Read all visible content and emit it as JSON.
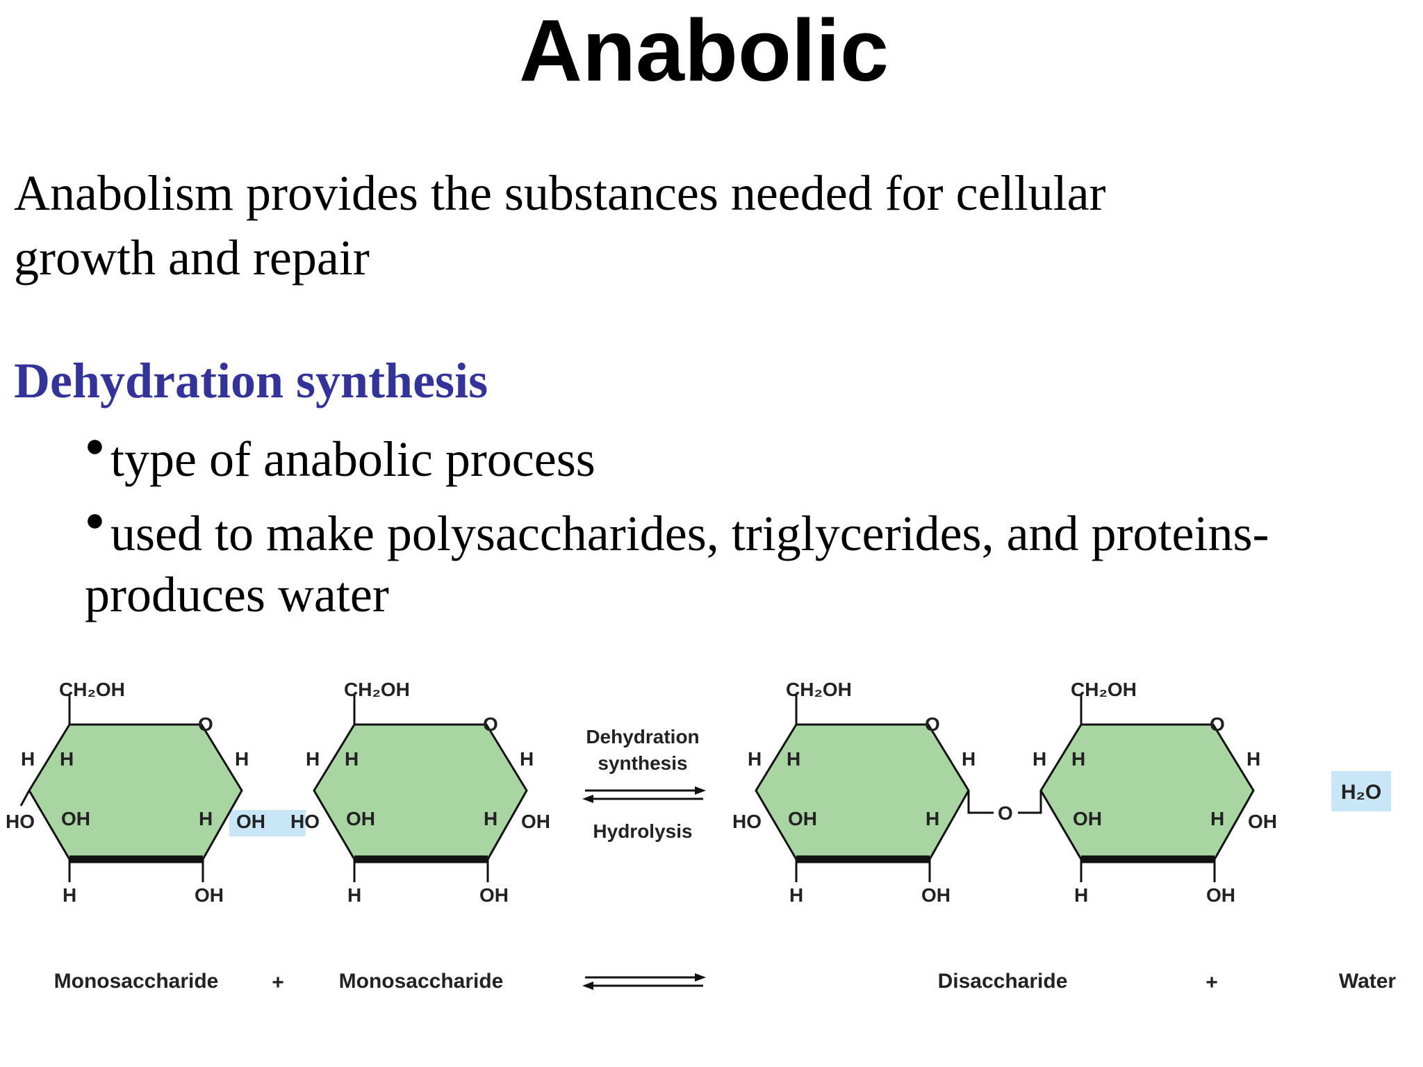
{
  "title": "Anabolic",
  "intro": "Anabolism provides the substances needed for cellular growth and repair",
  "section": {
    "heading": "Dehydration synthesis",
    "bullets": [
      "type of anabolic process",
      "used to make polysaccharides, triglycerides, and proteins- produces water"
    ]
  },
  "diagram": {
    "reaction_top_label": "Dehydration synthesis",
    "reaction_bottom_label": "Hydrolysis",
    "labels": {
      "monosaccharide_1": "Monosaccharide",
      "plus_1": "+",
      "monosaccharide_2": "Monosaccharide",
      "disaccharide": "Disaccharide",
      "plus_2": "+",
      "water": "Water"
    },
    "water_formula": "H₂O",
    "atoms": {
      "ch2oh": "CH₂OH",
      "o": "O",
      "h": "H",
      "oh": "OH",
      "ho": "HO"
    },
    "colors": {
      "ring_fill": "#a8d5a2",
      "highlight": "#c8e6f5",
      "heading": "#33339a"
    }
  }
}
